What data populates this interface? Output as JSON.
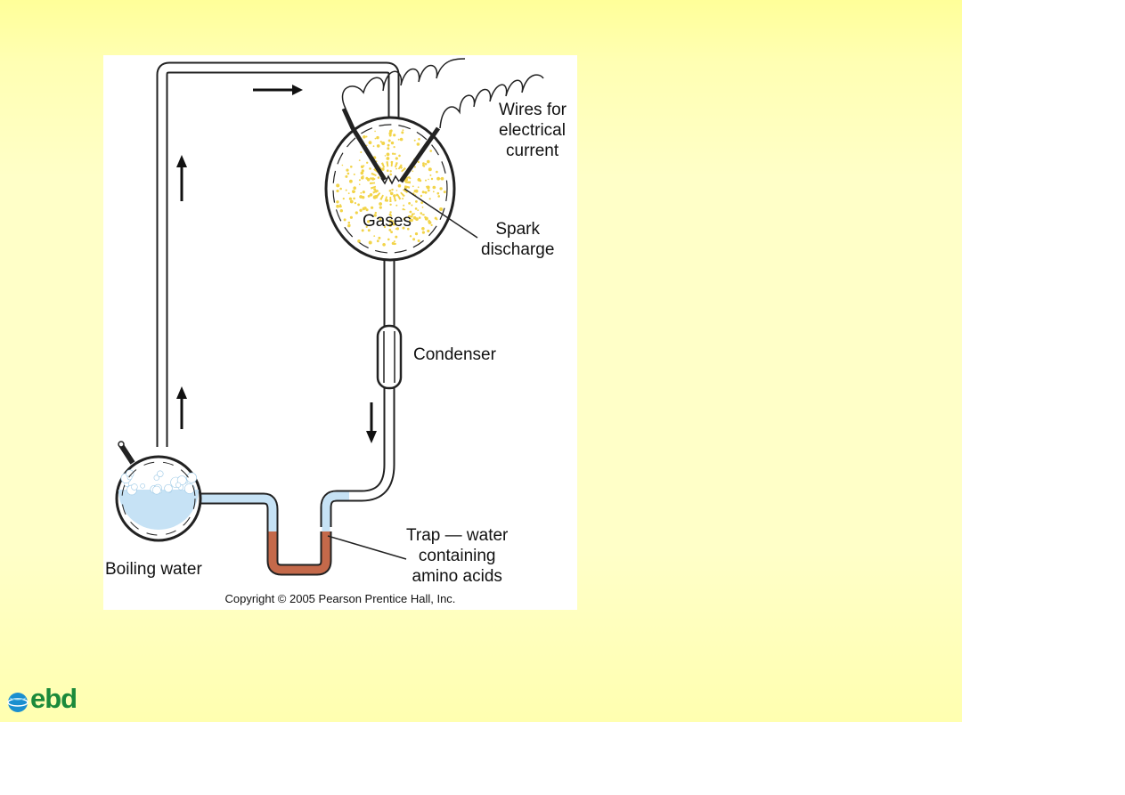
{
  "diagram": {
    "labels": {
      "wires": [
        "Wires for",
        "electrical",
        "current"
      ],
      "gases": "Gases",
      "spark": [
        "Spark",
        "discharge"
      ],
      "condenser": "Condenser",
      "trap": [
        "Trap — water",
        "containing",
        "amino acids"
      ],
      "boiling": "Boiling water"
    },
    "copyright": "Copyright © 2005 Pearson Prentice Hall, Inc."
  },
  "colors": {
    "slide_bg": "#ffffc8",
    "water": "#c6e2f5",
    "trap_liquid": "#c4694a",
    "spark_dots": "#f2d44a",
    "logo_green": "#1b8a3a",
    "logo_blue": "#1a8fcf"
  },
  "logo": {
    "text": "ebd"
  }
}
